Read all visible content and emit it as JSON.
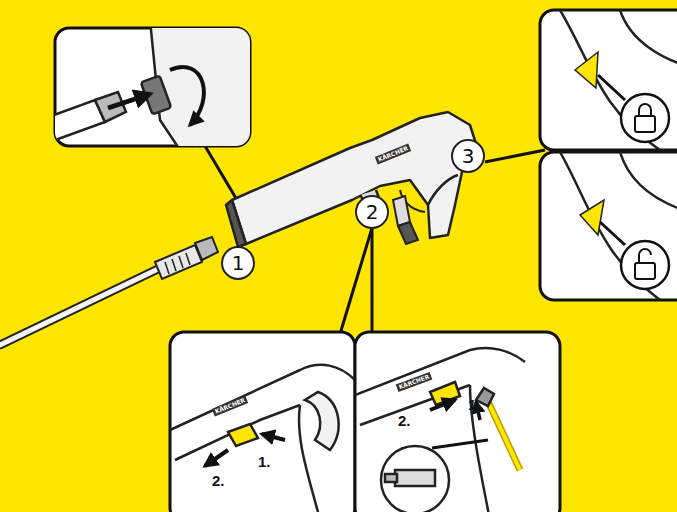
{
  "diagram": {
    "nodes": [
      {
        "text": [
          "1"
        ]
      },
      {
        "text": [
          "2"
        ]
      },
      {
        "text": [
          "3"
        ]
      }
    ],
    "labels": [
      "KÄRCHER",
      "KÄRCHER",
      "1.",
      "2.",
      "KÄRCHER",
      "2.",
      "1."
    ]
  }
}
